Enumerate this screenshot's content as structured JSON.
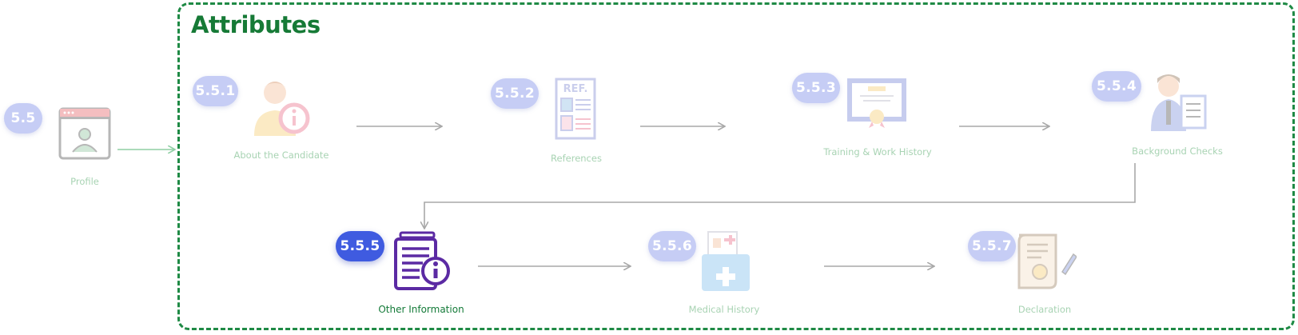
{
  "title": "Attributes",
  "parent": {
    "badge": "5.5",
    "label": "Profile"
  },
  "steps": [
    {
      "badge": "5.5.1",
      "label": "About the Candidate"
    },
    {
      "badge": "5.5.2",
      "label": "References"
    },
    {
      "badge": "5.5.3",
      "label": "Training & Work History"
    },
    {
      "badge": "5.5.4",
      "label": "Background Checks"
    },
    {
      "badge": "5.5.5",
      "label": "Other Information"
    },
    {
      "badge": "5.5.6",
      "label": "Medical History"
    },
    {
      "badge": "5.5.7",
      "label": "Declaration"
    }
  ],
  "active_step": "5.5.5",
  "colors": {
    "frame": "#1f8a45",
    "active_badge": "#3f5be0",
    "faded_badge": "#c6cdf5",
    "arrow": "#a8a8a8"
  },
  "icons": [
    "window-user-icon",
    "candidate-info-icon",
    "reference-document-icon",
    "certificate-icon",
    "background-check-icon",
    "document-info-icon",
    "medical-folder-icon",
    "declaration-scroll-icon"
  ]
}
